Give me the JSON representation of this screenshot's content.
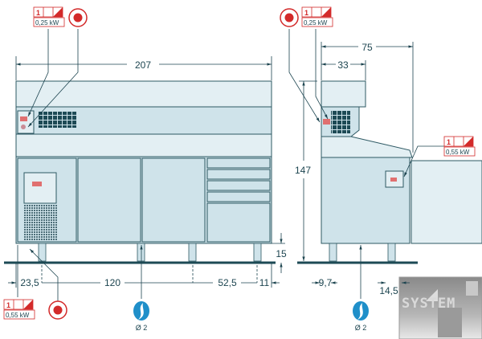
{
  "dimensions": {
    "width_total": "207",
    "height_total": "147",
    "depth_total": "75",
    "depth_top": "33",
    "leg_height": "15",
    "left_offset": "23,5",
    "leg_span_1": "120",
    "leg_span_2": "52,5",
    "right_offset": "11",
    "side_front_offset": "9,7",
    "side_rear_offset": "14,5"
  },
  "power_labels": {
    "top_front": {
      "phase": "1",
      "power": "0,25 kW"
    },
    "top_side": {
      "phase": "1",
      "power": "0,25 kW"
    },
    "side_right": {
      "phase": "1",
      "power": "0,55 kW"
    },
    "bottom_front": {
      "phase": "1",
      "power": "0,55 kW"
    }
  },
  "drains": [
    {
      "label": "Ø 2"
    },
    {
      "label": "Ø 2"
    }
  ],
  "logo": {
    "text": "SYSTEM"
  },
  "colors": {
    "accent_red": "#d32a2a",
    "body": "#cfe3ea",
    "line": "#1d4550",
    "water": "#1f8fc9"
  }
}
